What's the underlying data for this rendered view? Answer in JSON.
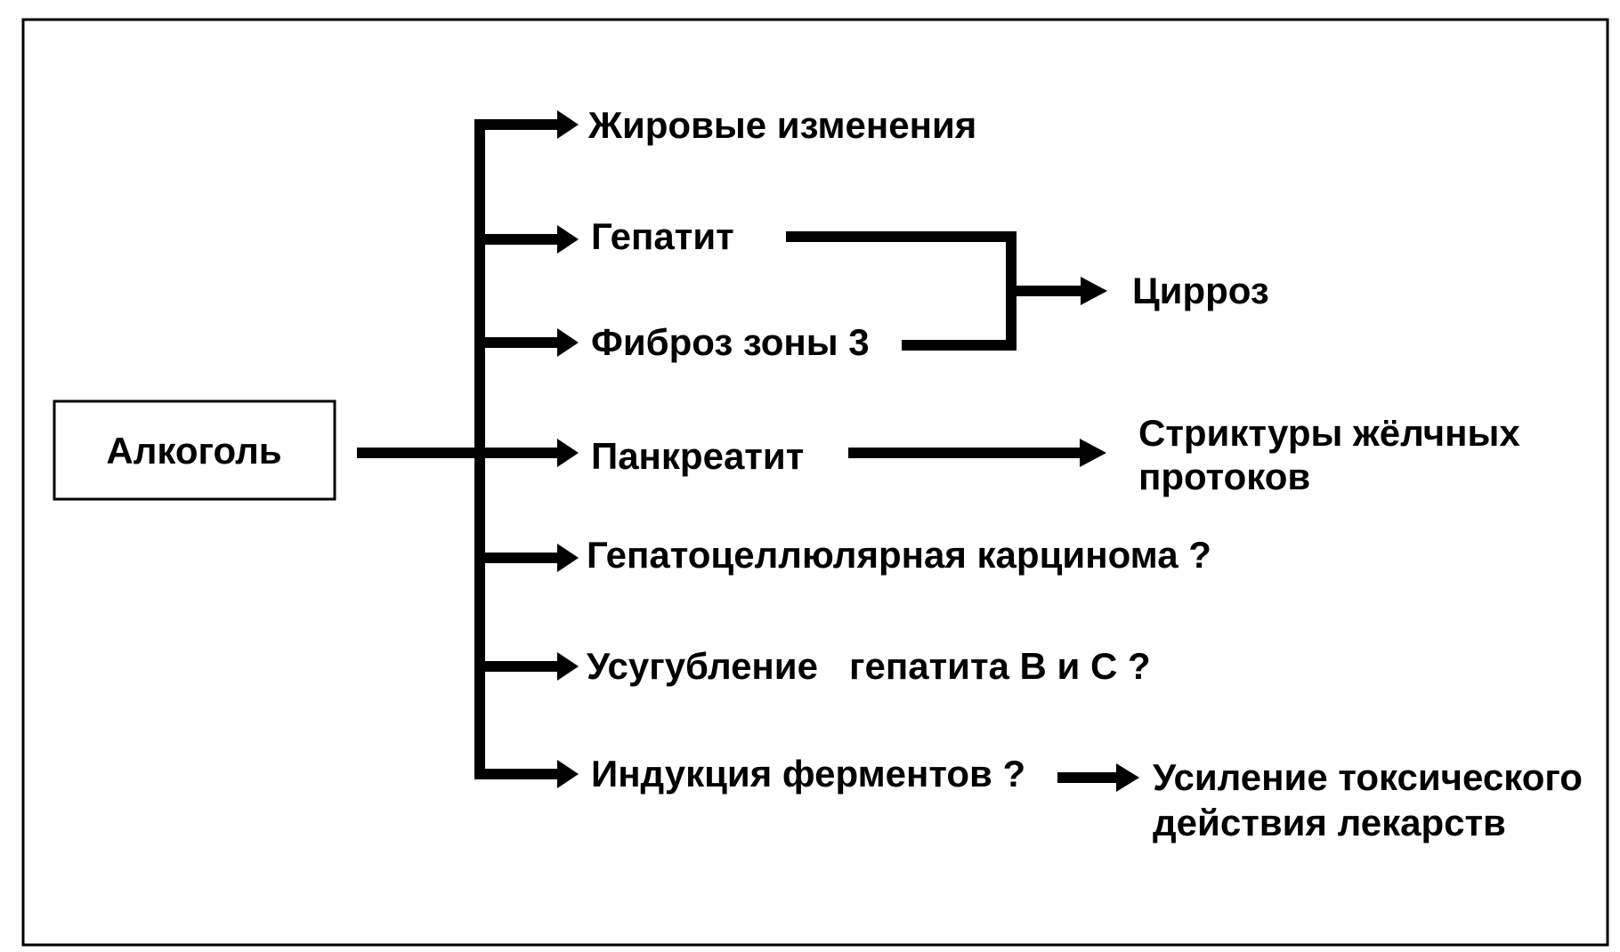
{
  "nodes": {
    "source": "Алкоголь",
    "fatty_changes": "Жировые изменения",
    "hepatitis": "Гепатит",
    "fibrosis_zone3": "Фиброз зоны 3",
    "pancreatitis": "Панкреатит",
    "hcc": "Гепатоцеллюлярная карцинома ?",
    "worsening_bc": "Усугубление   гепатита В и С ?",
    "enzyme_induction": "Индукция ферментов ?",
    "cirrhosis": "Цирроз",
    "bile_strictures": [
      "Стриктуры жёлчных",
      "протоков"
    ],
    "drug_toxicity": [
      "Усиление токсического",
      "действия лекарств"
    ]
  },
  "colors": {
    "ink": "#000000",
    "background": "#ffffff"
  }
}
